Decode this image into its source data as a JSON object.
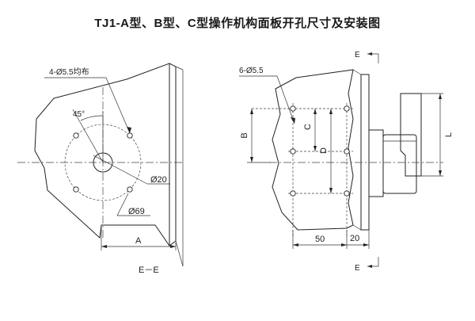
{
  "title": "TJ1-A型、B型、C型操作机构面板开孔尺寸及安装图",
  "left_view": {
    "holes_label": "4-Ø5.5均布",
    "angle_label": "45°",
    "inner_dia_label": "Ø20",
    "pcd_label": "Ø69",
    "dim_a_label": "A",
    "view_label": "E－E"
  },
  "right_view": {
    "holes_label": "6-Ø5.5",
    "dim_b_label": "B",
    "dim_c_label": "C",
    "dim_d_label": "D",
    "dim_l_label": "L",
    "dim_50_label": "50",
    "dim_20_label": "20",
    "section_top_label": "E",
    "section_bottom_label": "E"
  }
}
